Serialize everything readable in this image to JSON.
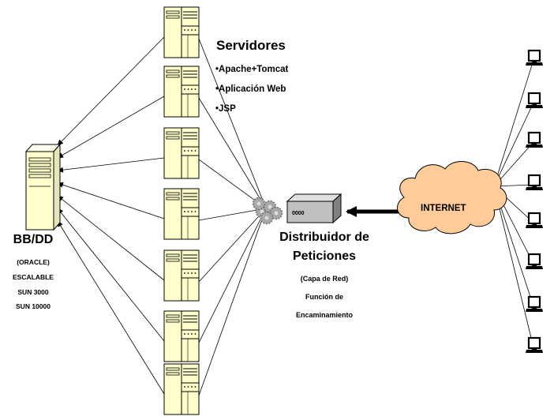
{
  "servers": {
    "title": "Servidores",
    "items": [
      "•Apache+Tomcat",
      "•Aplicación Web",
      "•JSP"
    ]
  },
  "database": {
    "title": "BB/DD",
    "lines": [
      "(ORACLE)",
      "ESCALABLE",
      "SUN 3000",
      "SUN 10000"
    ]
  },
  "dispatcher": {
    "title_lines": [
      "Distribuidor de",
      "Peticiones"
    ],
    "detail_lines": [
      "(Capa de Red)",
      "Función de",
      "Encaminamiento"
    ],
    "device_label": "0000"
  },
  "internet": {
    "label": "INTERNET"
  },
  "colors": {
    "server_fill": "#ffffcc",
    "cloud_fill": "#ffcc99",
    "device_fill": "#c0c0c0",
    "device_face": "#808080",
    "line": "#000000",
    "screen": "#ffffff"
  },
  "icons": {
    "server": "server-tower-icon",
    "database": "database-server-icon",
    "router": "router-gear-icon",
    "dispatcher": "dispatcher-device-icon",
    "cloud": "internet-cloud-icon",
    "client": "client-computer-icon"
  }
}
